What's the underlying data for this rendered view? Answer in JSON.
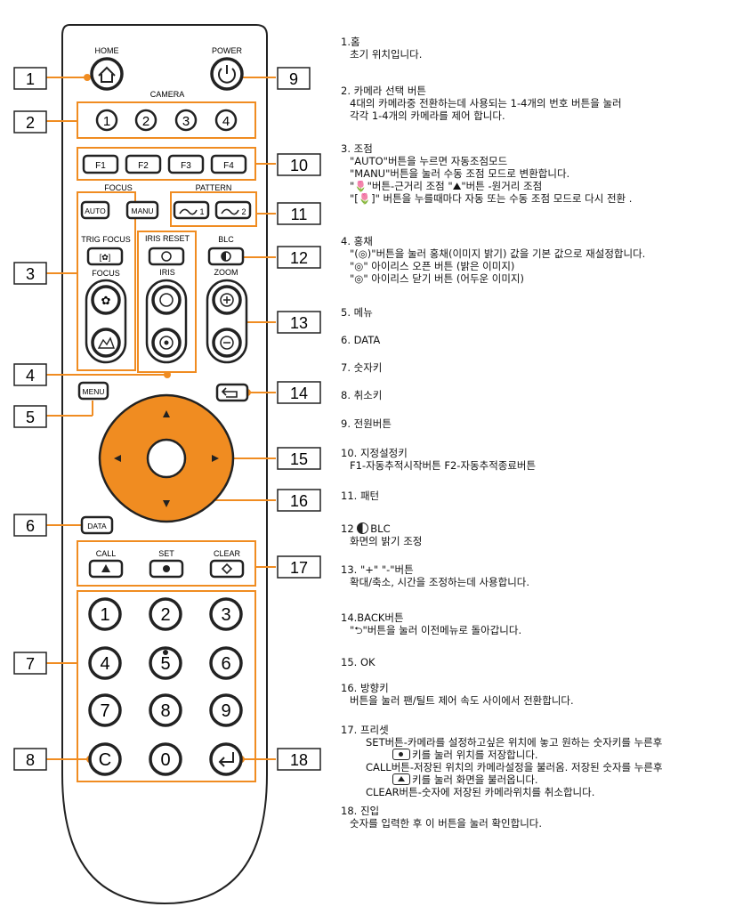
{
  "remote": {
    "home_label": "HOME",
    "power_label": "POWER",
    "camera_label": "CAMERA",
    "camera_buttons": [
      "1",
      "2",
      "3",
      "4"
    ],
    "f_buttons": [
      "F1",
      "F2",
      "F3",
      "F4"
    ],
    "focus_label": "FOCUS",
    "pattern_label": "PATTERN",
    "auto_label": "AUTO",
    "manu_label": "MANU",
    "pattern_buttons": [
      "1",
      "2"
    ],
    "trig_focus_label": "TRIG FOCUS",
    "iris_reset_label": "IRIS RESET",
    "blc_label": "BLC",
    "focus2_label": "FOCUS",
    "iris_label": "IRIS",
    "zoom_label": "ZOOM",
    "menu_label": "MENU",
    "data_label": "DATA",
    "call_label": "CALL",
    "set_label": "SET",
    "clear_label": "CLEAR",
    "num_buttons": [
      "1",
      "2",
      "3",
      "4",
      "5",
      "6",
      "7",
      "8",
      "9",
      "0"
    ],
    "c_label": "C",
    "callouts": [
      "1",
      "2",
      "3",
      "4",
      "5",
      "6",
      "7",
      "8",
      "9",
      "10",
      "11",
      "12",
      "13",
      "14",
      "15",
      "16",
      "17",
      "18"
    ],
    "accent": "#f08c21"
  },
  "notes": [
    {
      "title": "1.홈",
      "lines": [
        "초기 위치입니다."
      ]
    },
    {
      "title": "2. 카메라 선택 버튼",
      "lines": [
        "4대의 카메라중 전환하는데 사용되는 1-4개의 번호 버튼을 눌러",
        "각각 1-4개의 카메라를 제어 합니다."
      ]
    },
    {
      "title": "3. 조점",
      "lines": [
        "\"AUTO\"버튼을 누르면 자동조점모드",
        "\"MANU\"버튼을 눌러 수동 조점 모드로 변환합니다.",
        "\"🌷\"버튼-근거리 조점 \"⛰\"버튼 -원거리 조점",
        "\"[🌷]\" 버튼을 누를때마다 자동 또는 수동 조점 모드로 다시 전환 ."
      ]
    },
    {
      "title": "4. 홍채",
      "lines": [
        "\"(◎)\"버튼을 눌러 홍채(이미지 밝기) 값을 기본 값으로 재설정합니다.",
        "\"◎\" 아이리스 오픈 버튼 (밝은 이미지)",
        "\"◎\" 아이리스 닫기 버튼 (어두운 이미지)"
      ]
    },
    {
      "title": "5. 메뉴",
      "lines": []
    },
    {
      "title": "6. DATA",
      "lines": []
    },
    {
      "title": "7. 숫자키",
      "lines": []
    },
    {
      "title": "8. 취소키",
      "lines": []
    },
    {
      "title": "9. 전원버튼",
      "lines": []
    },
    {
      "title": "10. 지정설정키",
      "lines": [
        "F1-자동추적시작버튼 F2-자동추적종료버튼"
      ]
    },
    {
      "title": "11. 패턴",
      "lines": []
    },
    {
      "title": "12",
      "title_suffix": "BLC",
      "lines": [
        "화면의 밝기 조정"
      ]
    },
    {
      "title": "13. \"+\" \"-\"버튼",
      "lines": [
        "확대/축소, 시간을 조정하는데 사용합니다."
      ]
    },
    {
      "title": "14.BACK버튼",
      "lines": [
        "\"⮌\"버튼을 눌러 이전메뉴로 돌아갑니다."
      ]
    },
    {
      "title": "15. OK",
      "lines": []
    },
    {
      "title": "16. 방향키",
      "lines": [
        "버튼을 눌러 팬/틸트 제어 속도 사이에서 전환합니다."
      ]
    },
    {
      "title": "17. 프리셋",
      "lines": [
        "SET버튼-카메라를 설정하고싶은 위치에 놓고 원하는 숫자키를 누른후",
        "키를 눌러 위치를 저장합니다.",
        "CALL버튼-저장된 위치의 카메라설정을 불러옴. 저장된 숫자를 누른후",
        "키를 눌러 화면을 불러옵니다.",
        "CLEAR버튼-숫자에 저장된 카메라위치를 취소합니다."
      ]
    },
    {
      "title": "18. 진입",
      "lines": [
        "숫자를 입력한 후 이 버튼을 눌러 확인합니다."
      ]
    }
  ]
}
